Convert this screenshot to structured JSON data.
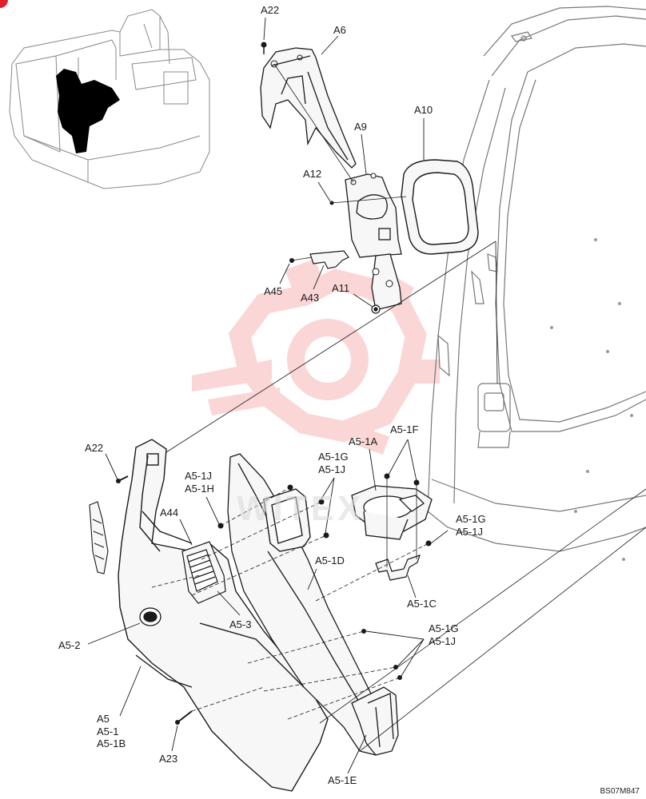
{
  "diagram": {
    "labels": {
      "a22_top": "A22",
      "a6": "A6",
      "a10": "A10",
      "a9": "A9",
      "a12": "A12",
      "a45": "A45",
      "a43": "A43",
      "a11": "A11",
      "a22_left": "A22",
      "a5_1j_h_top": "A5-1J",
      "a5_1h": "A5-1H",
      "a5_1g_top": "A5-1G",
      "a5_1j_top": "A5-1J",
      "a5_1a": "A5-1A",
      "a5_1f": "A5-1F",
      "a44": "A44",
      "a5_1g_mid": "A5-1G",
      "a5_1j_mid": "A5-1J",
      "a5_1d": "A5-1D",
      "a5_3": "A5-3",
      "a5_1c": "A5-1C",
      "a5_1g_low": "A5-1G",
      "a5_1j_low": "A5-1J",
      "a5_2": "A5-2",
      "a5": "A5",
      "a5_1": "A5-1",
      "a5_1b": "A5-1B",
      "a23": "A23",
      "a5_1e": "A5-1E"
    },
    "reference_code": "BS07M847",
    "watermark": "WITEX",
    "colors": {
      "line": "#1a1a1a",
      "part_fill": "#f7f7f7",
      "highlight": "#000000",
      "watermark": "#f28c8c",
      "corner_badge": "#e0202a"
    }
  }
}
